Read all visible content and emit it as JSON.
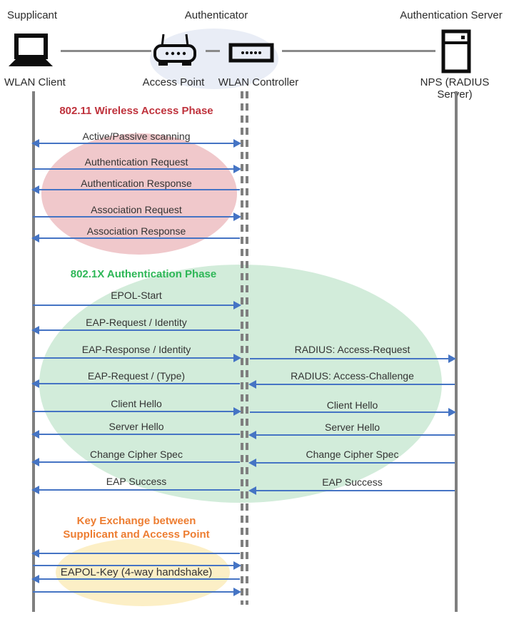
{
  "colors": {
    "arrow_blue": "#4574c4",
    "lifeline_gray": "#7f7f7f",
    "phase1_title": "#bf323c",
    "phase1_ellipse": "#f0c8cb",
    "phase2_title": "#2eb757",
    "phase2_ellipse": "#d2ecda",
    "phase3_title": "#ed7d31",
    "phase3_ellipse": "#fcefc6",
    "authenticator_ellipse": "#e9edf6"
  },
  "actors": {
    "supplicant": {
      "role": "Supplicant",
      "device": "WLAN Client"
    },
    "authenticator": {
      "role": "Authenticator",
      "access_point": "Access Point",
      "wlan_controller": "WLAN Controller"
    },
    "authentication_server": {
      "role": "Authentication Server",
      "device": "NPS (RADIUS Server)"
    }
  },
  "phases": {
    "wireless_access": {
      "title": "802.11 Wireless Access Phase",
      "color": "#bf323c",
      "messages": [
        {
          "label": "Active/Passive scanning",
          "direction": "both",
          "from": "WLAN Client",
          "to": "WLAN Controller"
        },
        {
          "label": "Authentication Request",
          "direction": "right",
          "from": "WLAN Client",
          "to": "WLAN Controller"
        },
        {
          "label": "Authentication Response",
          "direction": "left",
          "from": "WLAN Controller",
          "to": "WLAN Client"
        },
        {
          "label": "Association Request",
          "direction": "right",
          "from": "WLAN Client",
          "to": "WLAN Controller"
        },
        {
          "label": "Association Response",
          "direction": "left",
          "from": "WLAN Controller",
          "to": "WLAN Client"
        }
      ]
    },
    "authentication": {
      "title": "802.1X Authentication Phase",
      "color": "#2eb757",
      "client_to_controller": [
        {
          "label": "EPOL-Start",
          "direction": "right"
        },
        {
          "label": "EAP-Request / Identity",
          "direction": "left"
        },
        {
          "label": "EAP-Response / Identity",
          "direction": "right"
        },
        {
          "label": "EAP-Request / (Type)",
          "direction": "left"
        },
        {
          "label": "Client Hello",
          "direction": "right"
        },
        {
          "label": "Server Hello",
          "direction": "left"
        },
        {
          "label": "Change Cipher Spec",
          "direction": "left"
        },
        {
          "label": "EAP Success",
          "direction": "left"
        }
      ],
      "controller_to_server": [
        {
          "label": "RADIUS: Access-Request",
          "direction": "right"
        },
        {
          "label": "RADIUS: Access-Challenge",
          "direction": "left"
        },
        {
          "label": "Client Hello",
          "direction": "right"
        },
        {
          "label": "Server Hello",
          "direction": "left"
        },
        {
          "label": "Change Cipher Spec",
          "direction": "left"
        },
        {
          "label": "EAP Success",
          "direction": "left"
        }
      ]
    },
    "key_exchange": {
      "title_line1": "Key Exchange between",
      "title_line2": "Supplicant and Access Point",
      "color": "#ed7d31",
      "message": {
        "label": "EAPOL-Key (4-way handshake)"
      },
      "arrows": [
        "left",
        "right",
        "left",
        "right"
      ]
    }
  }
}
